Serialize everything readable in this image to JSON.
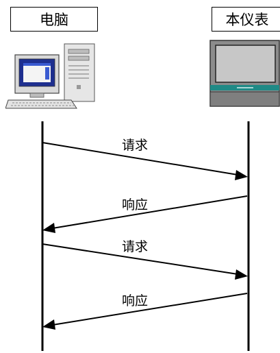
{
  "participants": {
    "computer": {
      "label": "电脑",
      "icon": "desktop-computer-icon"
    },
    "instrument": {
      "label": "本仪表",
      "icon": "instrument-panel-icon"
    }
  },
  "messages": [
    {
      "label": "请求",
      "from": "computer",
      "to": "instrument"
    },
    {
      "label": "响应",
      "from": "instrument",
      "to": "computer"
    },
    {
      "label": "请求",
      "from": "computer",
      "to": "instrument"
    },
    {
      "label": "响应",
      "from": "instrument",
      "to": "computer"
    }
  ],
  "colors": {
    "line": "#000000",
    "instrument_stripe": "#1f8a86",
    "panel_gray": "#8c8c8c"
  }
}
